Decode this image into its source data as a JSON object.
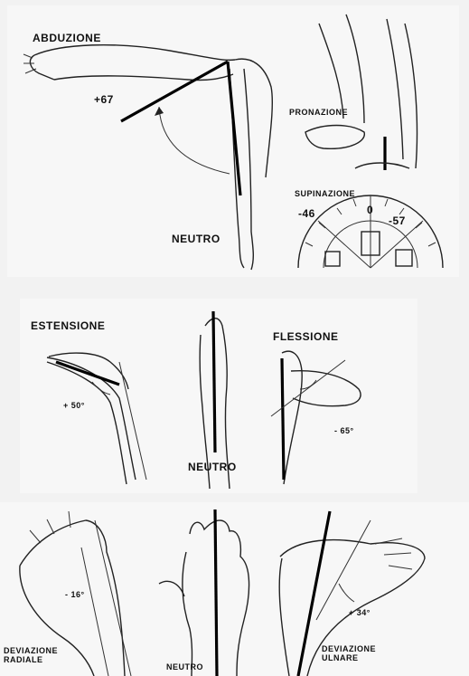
{
  "top": {
    "abduction_label": "ABDUZIONE",
    "abduction_angle": "+67",
    "neutral_label": "NEUTRO",
    "pronation_label": "PRONAZIONE",
    "supination_label": "SUPINAZIONE",
    "gauge_left": "-46",
    "gauge_mid": "0",
    "gauge_right": "-57"
  },
  "middle": {
    "extension_label": "ESTENSIONE",
    "extension_angle": "+ 50°",
    "flexion_label": "FLESSIONE",
    "flexion_angle": "- 65°",
    "neutral_label": "NEUTRO"
  },
  "bottom": {
    "radial_label_1": "DEVIAZIONE",
    "radial_label_2": "RADIALE",
    "radial_angle": "- 16°",
    "neutral_label": "NEUTRO",
    "ulnar_label_1": "DEVIAZIONE",
    "ulnar_label_2": "ULNARE",
    "ulnar_angle": "+ 34°"
  }
}
